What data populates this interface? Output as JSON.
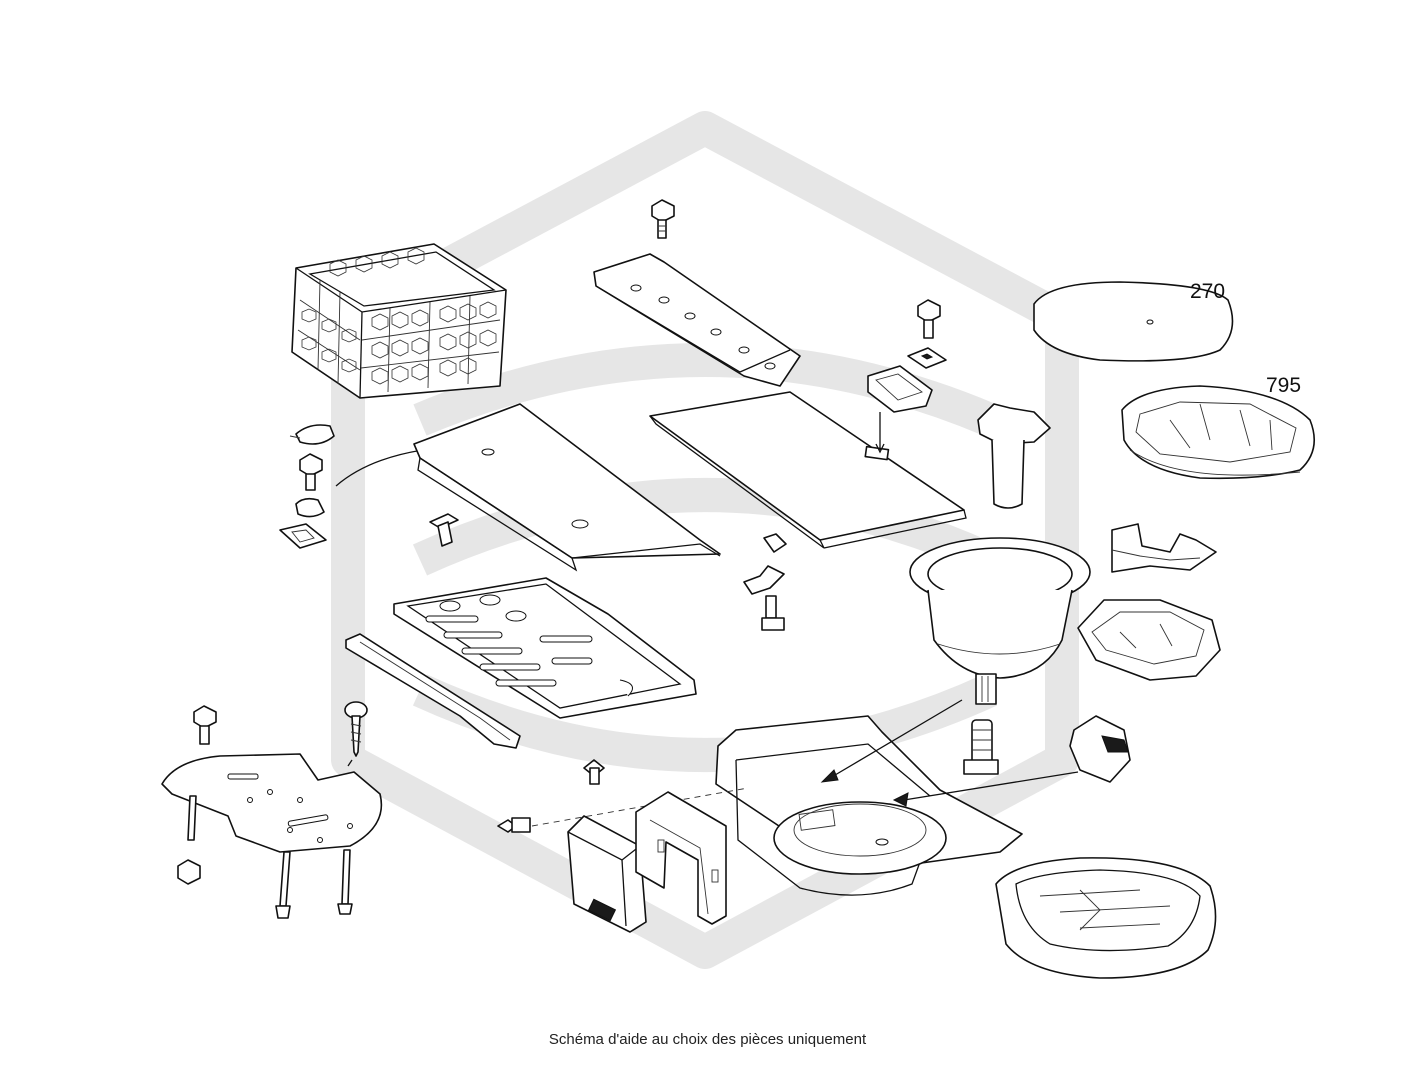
{
  "diagram": {
    "callouts": [
      {
        "id": "lid-270",
        "label": "270"
      },
      {
        "id": "tray-795",
        "label": "795"
      }
    ]
  },
  "caption": "Schéma d'aide au choix des pièces uniquement",
  "colors": {
    "line": "#111111",
    "watermark": "#e6e6e6",
    "background": "#ffffff"
  }
}
